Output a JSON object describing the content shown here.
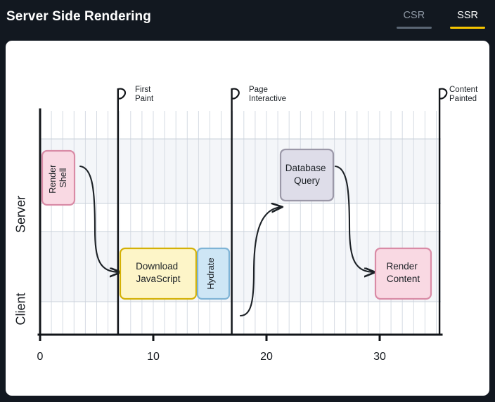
{
  "header": {
    "title": "Server Side Rendering",
    "tabs": [
      {
        "label": "CSR",
        "active": false,
        "underline_color": "#5a6674"
      },
      {
        "label": "SSR",
        "active": true,
        "underline_color": "#f5c400"
      }
    ]
  },
  "chart_data": {
    "type": "bar",
    "title": "Server Side Rendering",
    "xlabel": "",
    "ylabel": "",
    "xlim": [
      0,
      35.5
    ],
    "ylim_categories": [
      "Server",
      "Client"
    ],
    "xticks": [
      0,
      10,
      20,
      30
    ],
    "xtick_labels": [
      "0",
      "10",
      "20",
      "30"
    ],
    "grid": true,
    "legend": "none",
    "lanes": [
      {
        "name": "Server",
        "label": "Server"
      },
      {
        "name": "Client",
        "label": "Client"
      }
    ],
    "tasks": [
      {
        "label": "Render Shell",
        "lane": "Server",
        "start": 0.2,
        "end": 2.6,
        "orientation": "vertical",
        "fill": "#f9d9e3",
        "stroke": "#d98ba6"
      },
      {
        "label": "Download JavaScript",
        "lane": "Client",
        "start": 6.9,
        "end": 13.0,
        "orientation": "horizontal",
        "fill": "#fdf5c8",
        "stroke": "#d4b106"
      },
      {
        "label": "Hydrate",
        "lane": "Client",
        "start": 13.1,
        "end": 15.6,
        "orientation": "vertical",
        "fill": "#cee6f5",
        "stroke": "#7fb4d6"
      },
      {
        "label": "Database Query",
        "lane": "Server",
        "start": 19.0,
        "end": 23.2,
        "orientation": "horizontal",
        "fill": "#dedde9",
        "stroke": "#9b98a8"
      },
      {
        "label": "Render Content",
        "lane": "Client",
        "start": 27.8,
        "end": 32.2,
        "orientation": "horizontal",
        "fill": "#f9d9e3",
        "stroke": "#d98ba6"
      }
    ],
    "milestones": [
      {
        "label": "First\nPaint",
        "x": 6.85
      },
      {
        "label": "Page\nInteractive",
        "x": 16.9
      },
      {
        "label": "Content\nPainted",
        "x": 34.0
      }
    ],
    "arrows": [
      {
        "from": "Render Shell",
        "to": "Download JavaScript"
      },
      {
        "from": "Hydrate",
        "to": "Database Query"
      },
      {
        "from": "Database Query",
        "to": "Render Content"
      }
    ]
  }
}
